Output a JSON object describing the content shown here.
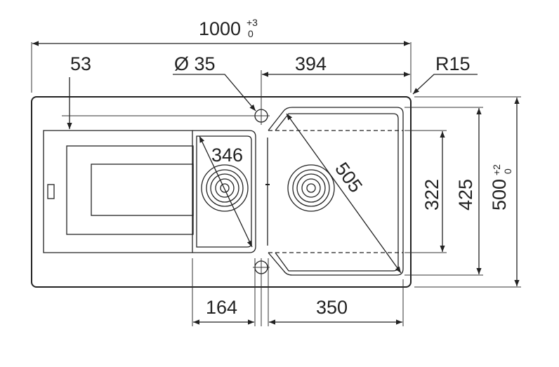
{
  "dimensions": {
    "overall_length": "1000",
    "overall_length_tol_upper": "+3",
    "overall_length_tol_lower": "0",
    "left_offset": "53",
    "hole_diameter": "Ø 35",
    "right_bowl_offset": "394",
    "corner_radius": "R15",
    "small_bowl_diagonal": "346",
    "large_bowl_diagonal": "505",
    "bowl_inner_height": "322",
    "bowl_outer_height": "425",
    "overall_width": "500",
    "overall_width_tol_upper": "+2",
    "overall_width_tol_lower": "0",
    "small_bowl_width": "164",
    "large_bowl_width": "350"
  }
}
